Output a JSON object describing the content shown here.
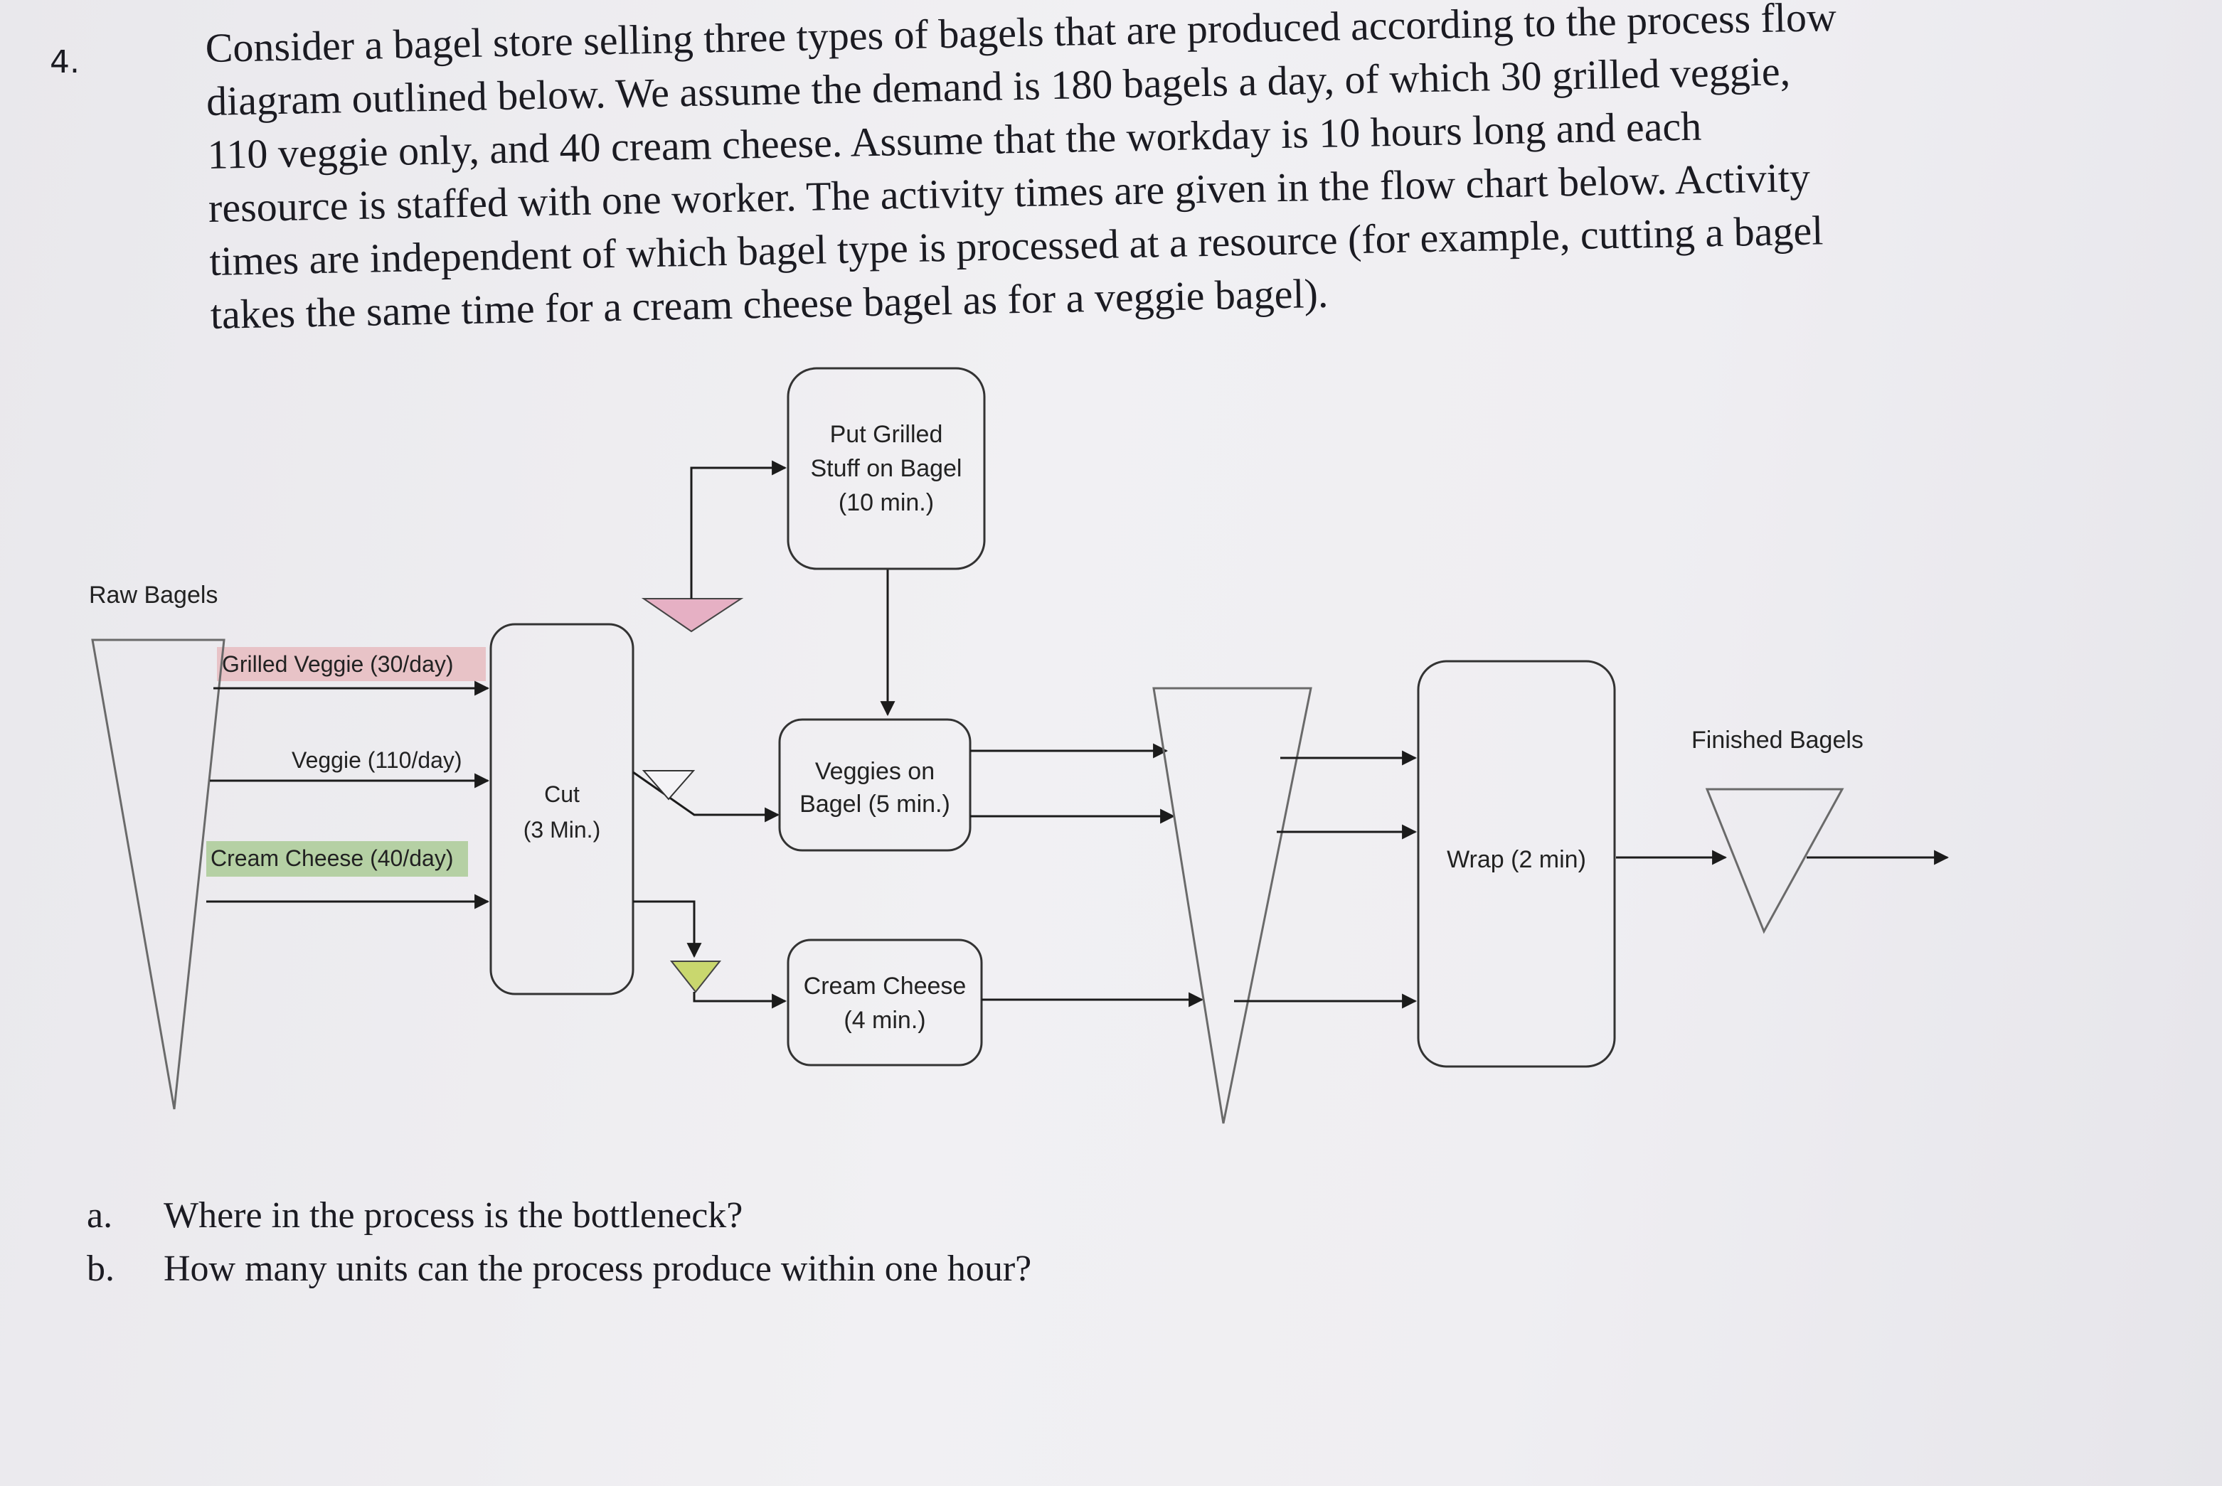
{
  "question_number": "4.",
  "intro_lines": [
    "Consider a bagel store selling three types of bagels that are produced according to the process flow",
    "diagram outlined below. We assume the demand is 180 bagels a day, of which 30 grilled veggie,",
    "110 veggie only, and 40 cream cheese. Assume that the workday is 10 hours long and each",
    "resource is staffed with one worker. The activity times are given in the flow chart below. Activity",
    "times are independent of which bagel type is processed at a resource (for example, cutting a bagel",
    "takes the same time for a cream cheese bagel as for a veggie bagel)."
  ],
  "diagram": {
    "raw_bagels": "Raw Bagels",
    "grilled_veggie": "Grilled Veggie (30/day)",
    "veggie": "Veggie (110/day)",
    "cream_cheese_flow": "Cream Cheese (40/day)",
    "cut": [
      "Cut",
      "(3 Min.)"
    ],
    "put_grilled": [
      "Put Grilled",
      "Stuff on Bagel",
      "(10 min.)"
    ],
    "veggies_on_bagel": [
      "Veggies on",
      "Bagel (5 min.)"
    ],
    "cream_cheese_step": [
      "Cream Cheese",
      "(4 min.)"
    ],
    "wrap": "Wrap (2 min)",
    "finished_bagels": "Finished Bagels",
    "colors": {
      "grilled_highlight": "#e8c3c7",
      "cream_highlight": "#b5d0a4",
      "pink_buffer": "#e6b0c4",
      "green_buffer": "#c9d76e"
    }
  },
  "questions": [
    {
      "label": "a.",
      "text": "Where in the process is the bottleneck?"
    },
    {
      "label": "b.",
      "text": "How many units can the process produce within one hour?"
    }
  ]
}
